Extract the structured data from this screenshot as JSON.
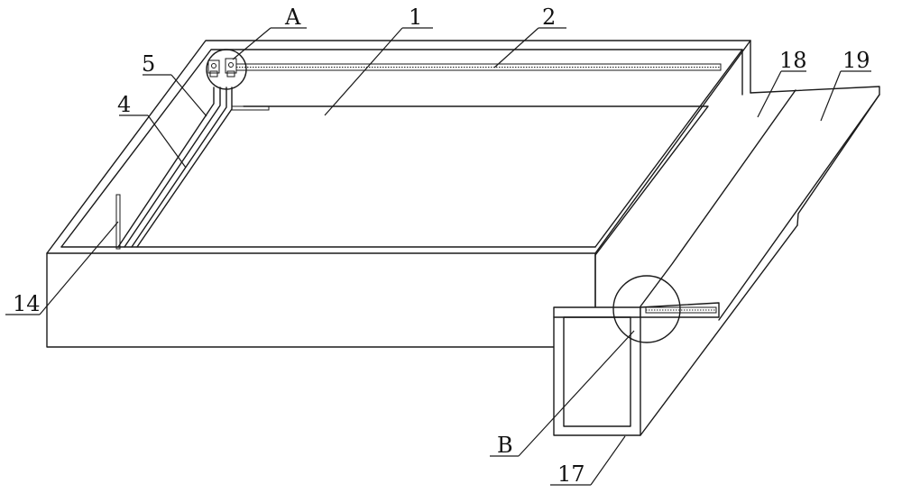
{
  "labels": {
    "A": "A",
    "l1": "1",
    "l2": "2",
    "l5": "5",
    "l4": "4",
    "l18": "18",
    "l19": "19",
    "l14": "14",
    "B": "B",
    "l17": "17"
  }
}
